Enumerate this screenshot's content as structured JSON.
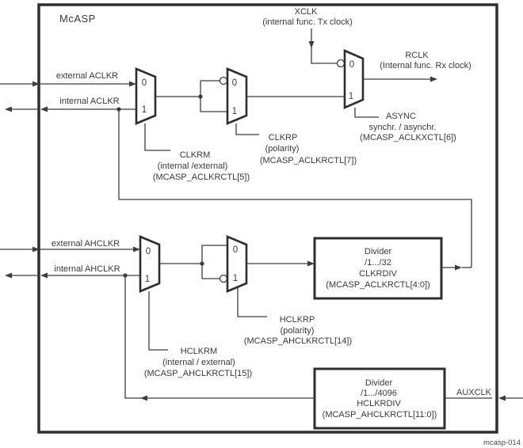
{
  "figure": {
    "caption": "mcasp-014"
  },
  "module_title": "McASP",
  "ports": {
    "zero": "0",
    "one": "1"
  },
  "signals": {
    "xclk": {
      "name": "XCLK",
      "desc": "(internal func. Tx clock)"
    },
    "rclk": {
      "name": "RCLK",
      "desc": "(Internal func. Rx clock)"
    },
    "external_aclkr": {
      "name": "external ACLKR"
    },
    "internal_aclkr": {
      "name": "internal ACLKR"
    },
    "external_ahclkr": {
      "name": "external AHCLKR"
    },
    "internal_ahclkr": {
      "name": "internal AHCLKR"
    },
    "auxclk": {
      "name": "AUXCLK"
    }
  },
  "controls": {
    "clkrm": {
      "name": "CLKRM",
      "desc": "(internal /external)",
      "register": "(MCASP_ACLKRCTL[5])"
    },
    "clkrp": {
      "name": "CLKRP",
      "desc": "(polarity)",
      "register": "(MCASP_ACLKRCTL[7])"
    },
    "async": {
      "name": "ASYNC",
      "desc": "synchr. / asynchr.",
      "register": "(MCASP_ACLKXCTL[6])"
    },
    "hclkrm": {
      "name": "HCLKRM",
      "desc": "(internal / external)",
      "register": "(MCASP_AHCLKRCTL[15])"
    },
    "hclkrp": {
      "name": "HCLKRP",
      "desc": "(polarity)",
      "register": "(MCASP_AHCLKRCTL[14])"
    }
  },
  "dividers": {
    "clkrdiv": {
      "title": "Divider",
      "range": "/1.../32",
      "name": "CLKRDIV",
      "register": "(MCASP_ACLKRCTL[4:0])"
    },
    "hclkrdiv": {
      "title": "Divider",
      "range": "/1.../4096",
      "name": "HCLKRDIV",
      "register": "(MCASP_AHCLKRCTL[11:0])"
    }
  },
  "colors": {
    "line": "#3d3d3d",
    "text": "#3a3a3a",
    "background": "#ffffff"
  }
}
